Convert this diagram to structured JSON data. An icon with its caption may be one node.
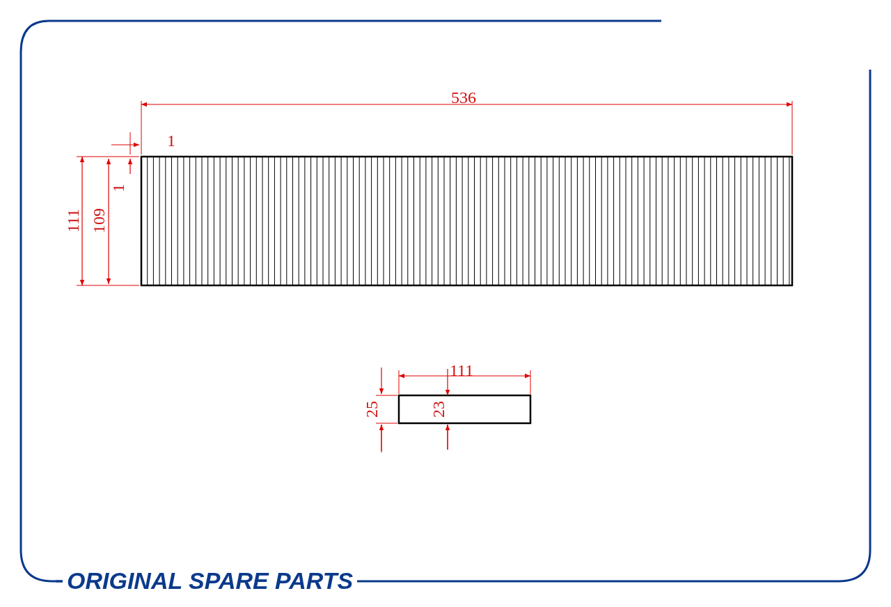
{
  "diagram": {
    "labels": [
      "536",
      "1",
      "111",
      "109",
      "1",
      "111",
      "25",
      "23",
      "ORIGINAL SPARE PARTS"
    ]
  }
}
